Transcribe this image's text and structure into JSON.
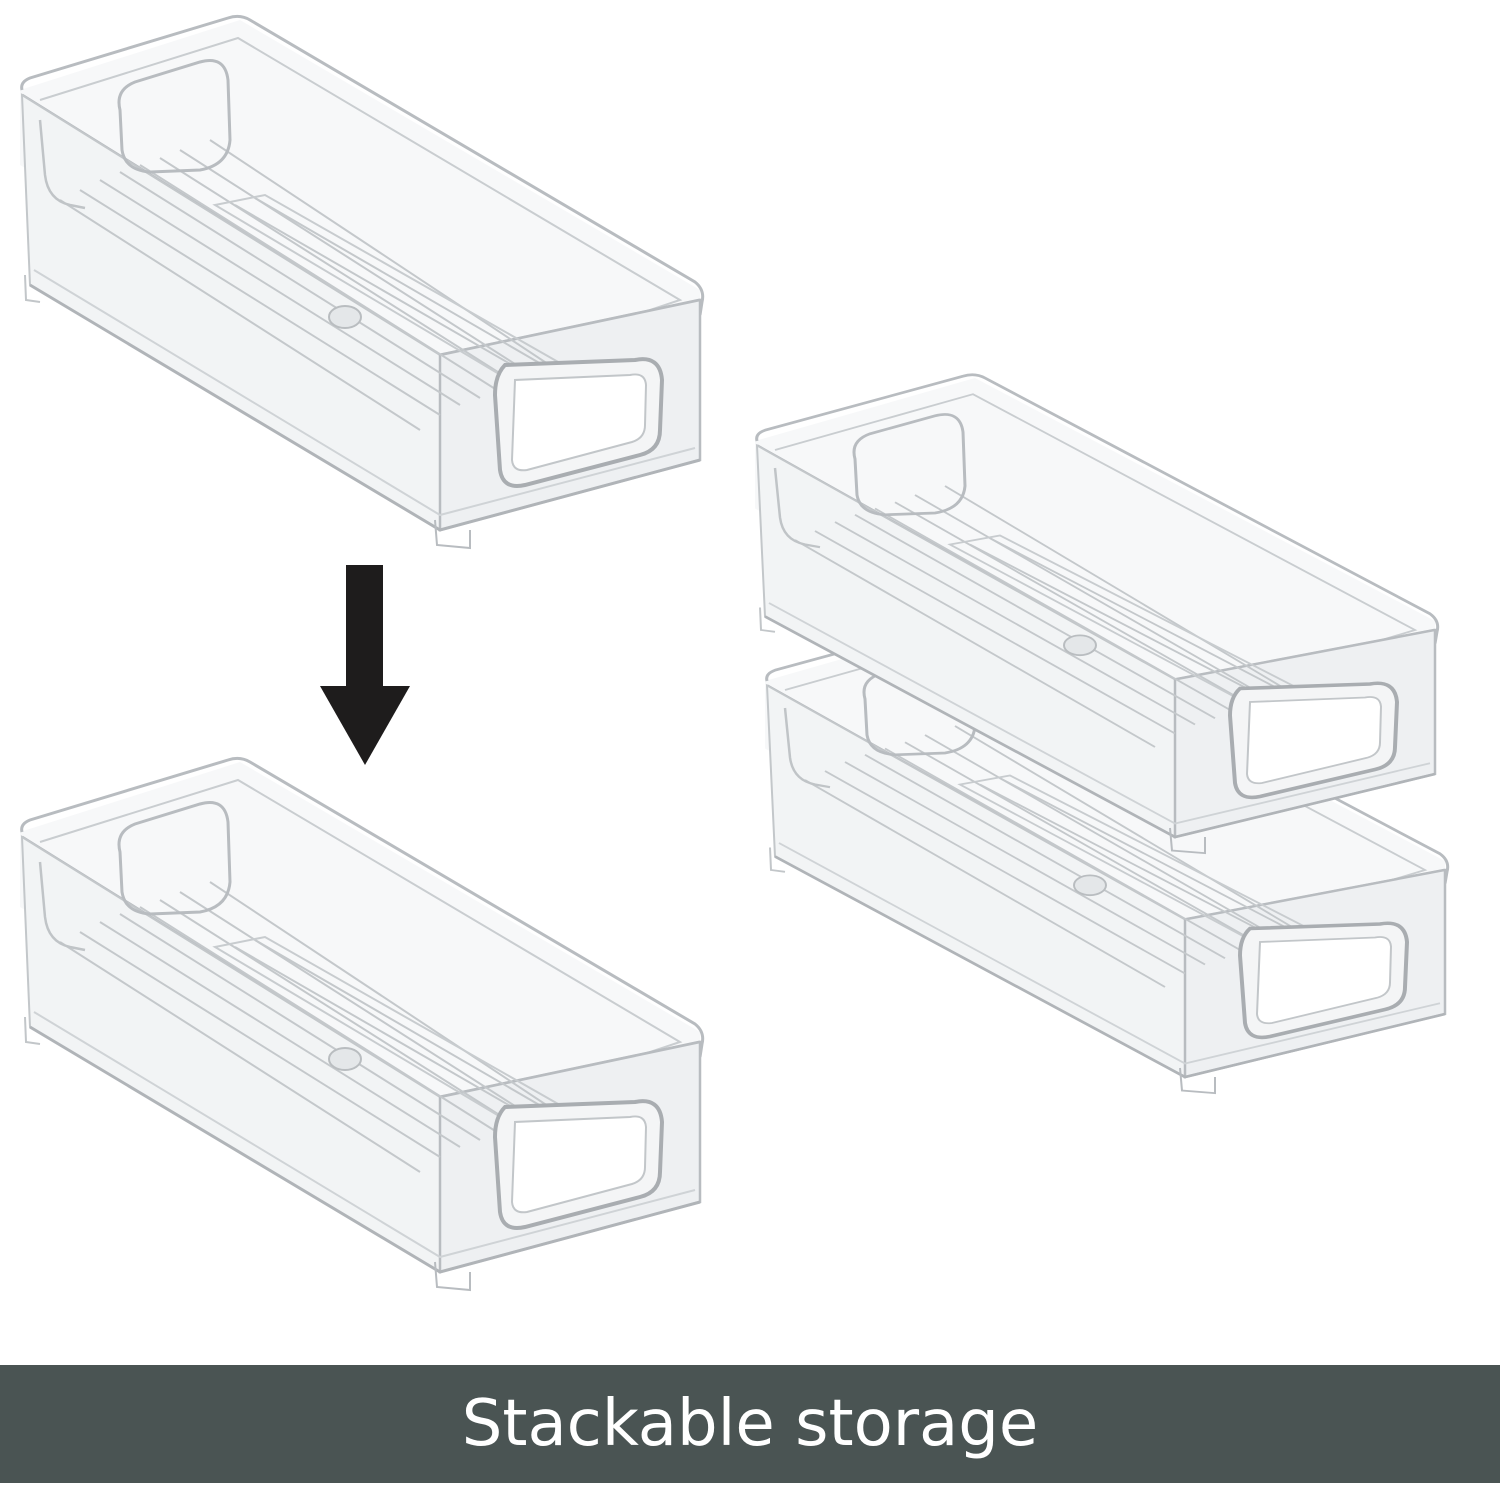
{
  "image": {
    "description": "Product illustration of clear plastic storage bins showing stacking",
    "items": [
      {
        "name": "top-left-bin",
        "label": "Single bin (before stacking)"
      },
      {
        "name": "bottom-left-bin",
        "label": "Single bin (base)"
      },
      {
        "name": "right-stacked-bins",
        "label": "Two bins stacked"
      }
    ],
    "arrow": {
      "icon": "down-arrow-icon",
      "color": "#1e1c1c"
    }
  },
  "banner": {
    "text": "Stackable storage",
    "background": "#4a5453",
    "text_color": "#ffffff"
  }
}
